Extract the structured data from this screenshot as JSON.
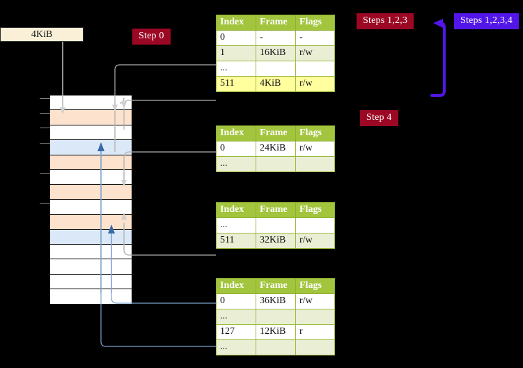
{
  "labels": {
    "mem_box": "4KiB",
    "step0": "Step 0",
    "step4": "Step 4",
    "steps123": "Steps 1,2,3",
    "steps1234": "Steps 1,2,3,4"
  },
  "colors": {
    "badge_red": "#9c0824",
    "badge_blue": "#5316e8",
    "table_header": "#a2c53d",
    "table_alt_row": "#e9eed5",
    "table_highlight": "#ffff9e",
    "mem_peach": "#fde3cd",
    "mem_blue": "#dbe8f7",
    "mem_box_bg": "#faf0d8",
    "wire_gray": "#b9b9b9",
    "wire_blue": "#7ea3cc"
  },
  "table_columns": [
    "Index",
    "Frame",
    "Flags"
  ],
  "tables": [
    {
      "id": "pml4",
      "rows": [
        {
          "index": "0",
          "frame": "-",
          "flags": "-",
          "style": "plain"
        },
        {
          "index": "1",
          "frame": "16KiB",
          "flags": "r/w",
          "style": "alt"
        },
        {
          "index": "...",
          "frame": "",
          "flags": "",
          "style": "plain"
        },
        {
          "index": "511",
          "frame": "4KiB",
          "flags": "r/w",
          "style": "hl"
        }
      ]
    },
    {
      "id": "pdpt",
      "rows": [
        {
          "index": "0",
          "frame": "24KiB",
          "flags": "r/w",
          "style": "plain"
        },
        {
          "index": "...",
          "frame": "",
          "flags": "",
          "style": "alt"
        }
      ]
    },
    {
      "id": "pd",
      "rows": [
        {
          "index": "...",
          "frame": "",
          "flags": "",
          "style": "plain"
        },
        {
          "index": "511",
          "frame": "32KiB",
          "flags": "r/w",
          "style": "alt"
        }
      ]
    },
    {
      "id": "pt",
      "rows": [
        {
          "index": "0",
          "frame": "36KiB",
          "flags": "r/w",
          "style": "plain"
        },
        {
          "index": "...",
          "frame": "",
          "flags": "",
          "style": "alt"
        },
        {
          "index": "127",
          "frame": "12KiB",
          "flags": "r",
          "style": "plain"
        },
        {
          "index": "...",
          "frame": "",
          "flags": "",
          "style": "alt"
        }
      ]
    }
  ],
  "memory_rows": [
    {
      "fill": "white"
    },
    {
      "fill": "peach"
    },
    {
      "fill": "white"
    },
    {
      "fill": "blue"
    },
    {
      "fill": "peach"
    },
    {
      "fill": "white"
    },
    {
      "fill": "peach"
    },
    {
      "fill": "white"
    },
    {
      "fill": "peach"
    },
    {
      "fill": "blue"
    },
    {
      "fill": "white"
    },
    {
      "fill": "white"
    },
    {
      "fill": "white"
    },
    {
      "fill": "white"
    }
  ]
}
